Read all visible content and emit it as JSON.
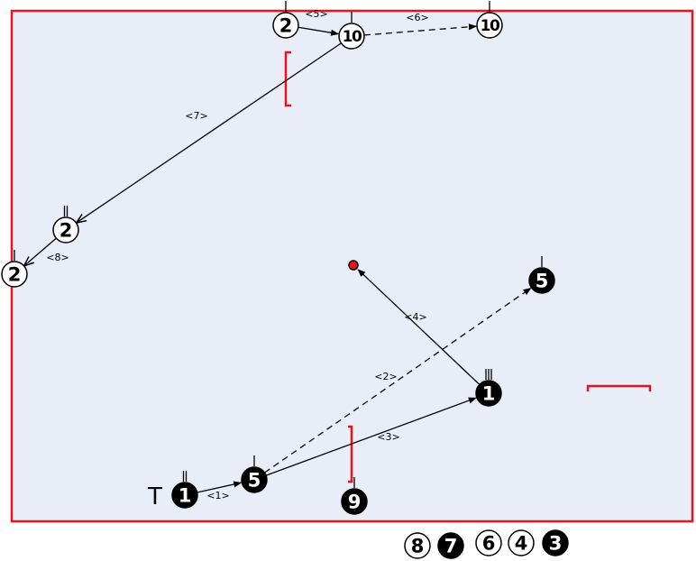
{
  "colors": {
    "field_fill": "#e8edf7",
    "field_border": "#e8141c",
    "marker": "#e8141c",
    "line": "#000000"
  },
  "field": {
    "t_label": "T"
  },
  "players": [
    {
      "id": "p1a",
      "label": "1",
      "style": "filled",
      "ticks": 2
    },
    {
      "id": "p5a",
      "label": "5",
      "style": "filled",
      "ticks": 1
    },
    {
      "id": "p1b",
      "label": "1",
      "style": "filled",
      "ticks": 3
    },
    {
      "id": "p5b",
      "label": "5",
      "style": "filled",
      "ticks": 1
    },
    {
      "id": "p9",
      "label": "9",
      "style": "filled",
      "ticks": 1
    },
    {
      "id": "p2a",
      "label": "2",
      "style": "open",
      "ticks": 1
    },
    {
      "id": "p10a",
      "label": "10",
      "style": "open",
      "ticks": 1
    },
    {
      "id": "p10b",
      "label": "10",
      "style": "open",
      "ticks": 1
    },
    {
      "id": "p2b",
      "label": "2",
      "style": "open",
      "ticks": 2
    },
    {
      "id": "p2c",
      "label": "2",
      "style": "open",
      "ticks": 1
    }
  ],
  "moves": [
    {
      "id": "m1",
      "label": "<1>",
      "from": "p1a",
      "to": "p5a",
      "dashed": false
    },
    {
      "id": "m2",
      "label": "<2>",
      "from": "p5a",
      "to": "p5b",
      "dashed": true
    },
    {
      "id": "m3",
      "label": "<3>",
      "from": "p5a",
      "to": "p1b",
      "dashed": false
    },
    {
      "id": "m4",
      "label": "<4>",
      "from": "p1b",
      "to": "ball",
      "dashed": false
    },
    {
      "id": "m5",
      "label": "<5>",
      "from": "p2a",
      "to": "p10a",
      "dashed": false
    },
    {
      "id": "m6",
      "label": "<6>",
      "from": "p10a",
      "to": "p10b",
      "dashed": true
    },
    {
      "id": "m7",
      "label": "<7>",
      "from": "p10a",
      "to": "p2b",
      "dashed": false
    },
    {
      "id": "m8",
      "label": "<8>",
      "from": "p2b",
      "to": "p2c",
      "dashed": false
    }
  ],
  "bench": [
    {
      "id": "b8",
      "label": "8",
      "style": "open"
    },
    {
      "id": "b7",
      "label": "7",
      "style": "filled"
    },
    {
      "id": "b6",
      "label": "6",
      "style": "open"
    },
    {
      "id": "b4",
      "label": "4",
      "style": "open"
    },
    {
      "id": "b3",
      "label": "3",
      "style": "filled"
    }
  ]
}
